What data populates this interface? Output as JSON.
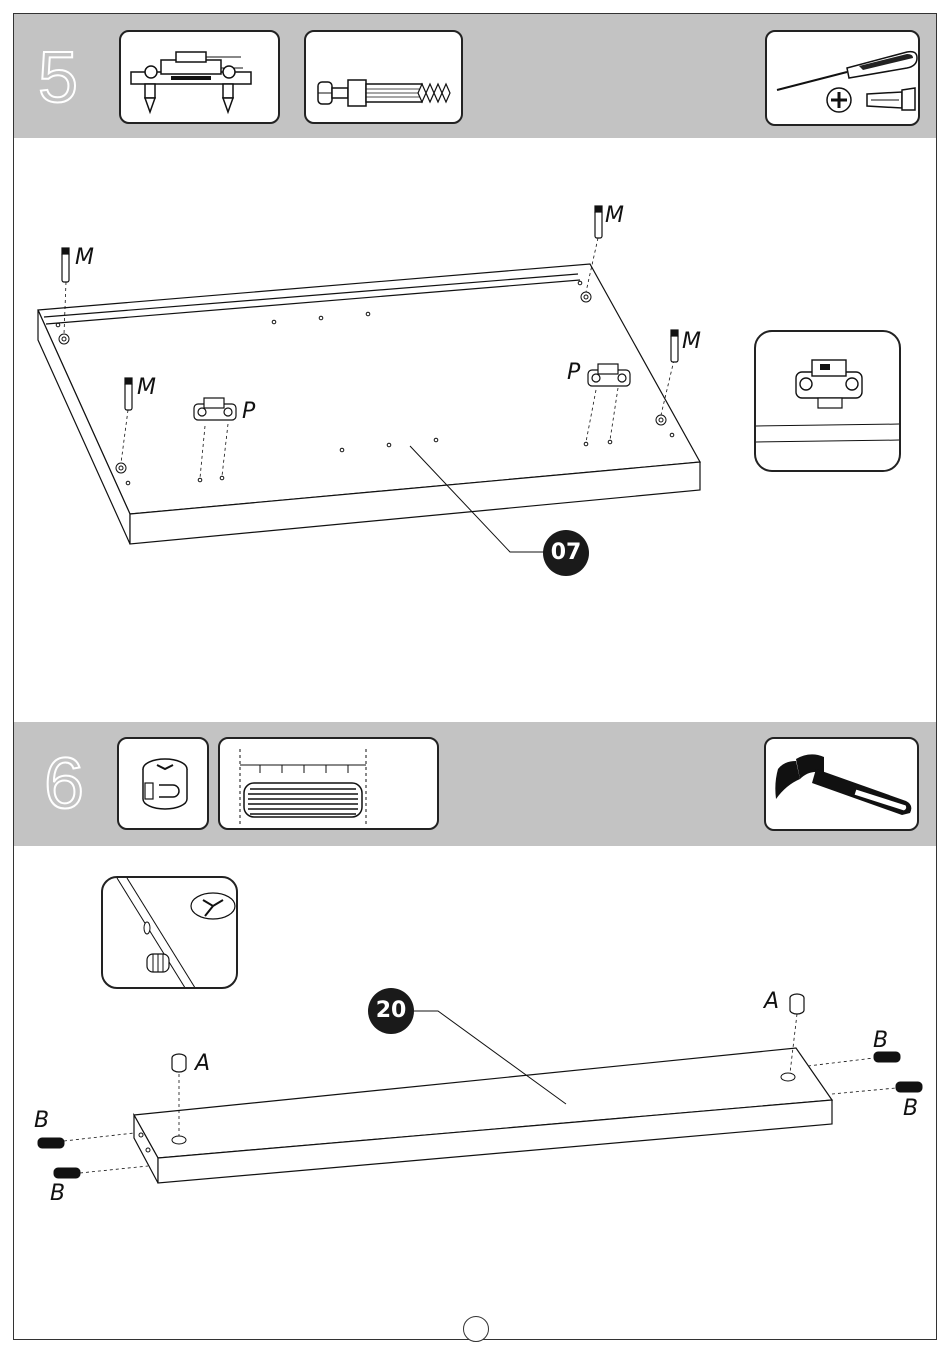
{
  "step5": {
    "number": "5",
    "part_label": "07",
    "labels": {
      "m1": "M",
      "m2": "M",
      "m3": "M",
      "m4": "M",
      "p1": "P",
      "p2": "P"
    }
  },
  "step6": {
    "number": "6",
    "part_label": "20",
    "labels": {
      "a1": "A",
      "a2": "A",
      "b1": "B",
      "b2": "B",
      "b3": "B",
      "b4": "B"
    }
  }
}
